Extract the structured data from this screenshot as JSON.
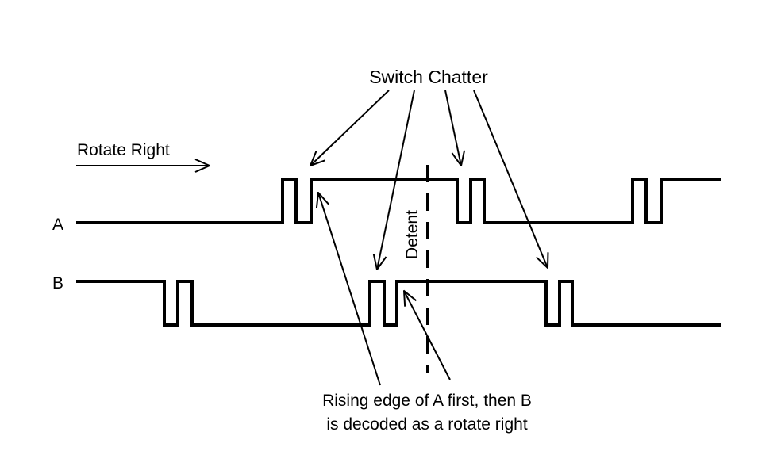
{
  "title": "Switch Chatter",
  "direction_label": "Rotate Right",
  "signals": {
    "a_label": "A",
    "b_label": "B"
  },
  "detent_label": "Detent",
  "caption": {
    "line1": "Rising edge of A first, then B",
    "line2": "is decoded as a rotate right"
  }
}
